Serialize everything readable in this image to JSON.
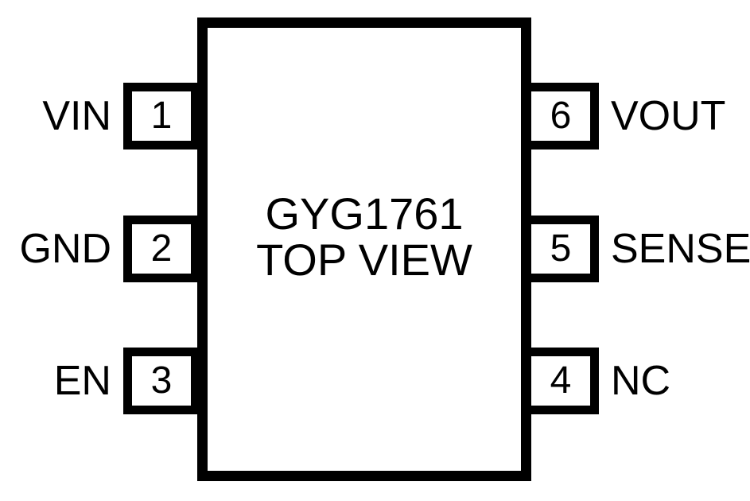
{
  "diagram": {
    "title": "GYG1761 TOP VIEW",
    "package_label_lines": [
      "GYG1761",
      "TOP VIEW"
    ],
    "line_color": "#000000",
    "fill_color": "#ffffff"
  },
  "pins": {
    "left": [
      {
        "number": "1",
        "name": "VIN"
      },
      {
        "number": "2",
        "name": "GND"
      },
      {
        "number": "3",
        "name": "EN"
      }
    ],
    "right": [
      {
        "number": "6",
        "name": "VOUT"
      },
      {
        "number": "5",
        "name": "SENSE"
      },
      {
        "number": "4",
        "name": "NC"
      }
    ]
  }
}
